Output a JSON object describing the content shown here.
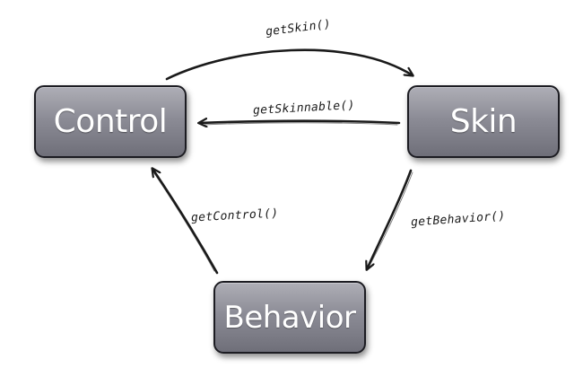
{
  "nodes": {
    "control": "Control",
    "skin": "Skin",
    "behavior": "Behavior"
  },
  "edges": {
    "control_to_skin": "getSkin()",
    "skin_to_control": "getSkinnable()",
    "skin_to_behavior": "getBehavior()",
    "behavior_to_control": "getControl()"
  },
  "colors": {
    "node_fill_top": "#aeaeb6",
    "node_fill_bottom": "#6f6f79",
    "node_border": "#1c1c22",
    "node_text": "#ffffff",
    "arrow_stroke": "#1a1a1a"
  }
}
